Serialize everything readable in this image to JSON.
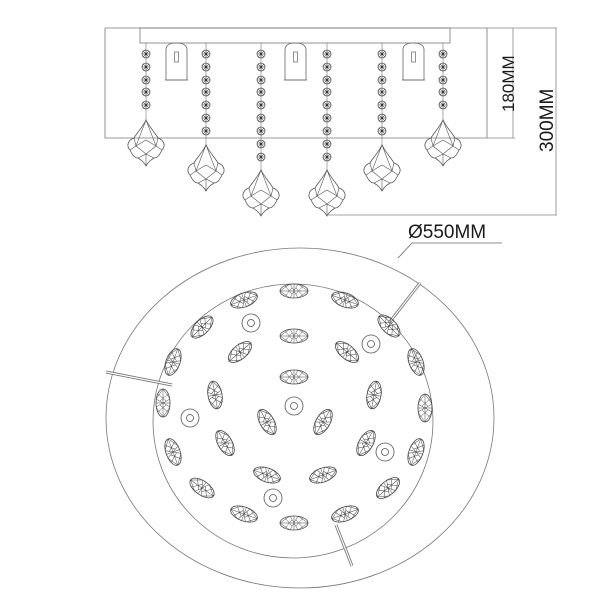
{
  "drawing": {
    "title": "Crystal ceiling chandelier dimension drawing",
    "side_view": {
      "strands": 6,
      "lamp_holders": 3,
      "dimensions": {
        "body_height": "180MM",
        "total_height": "300MM"
      }
    },
    "bottom_view": {
      "dimensions": {
        "diameter": "Ø550MM"
      },
      "marquise_crystals": 28,
      "light_rings": 6,
      "support_rods": 3
    }
  },
  "colors": {
    "line": "#555555",
    "background": "#ffffff",
    "text": "#1a1a1a"
  }
}
